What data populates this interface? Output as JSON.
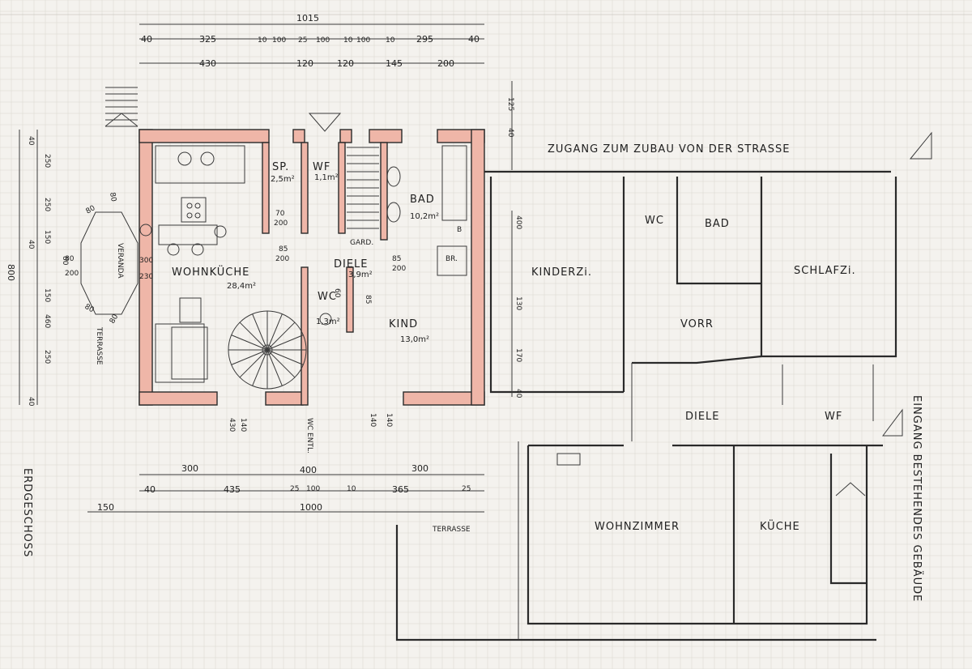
{
  "sheet": {
    "title": "ERDGESCHOSS",
    "access_note": "ZUGANG ZUM ZUBAU VON DER STRASSE",
    "entrance_note": "EINGANG BESTEHENDES GEBÄUDE"
  },
  "rooms_new": {
    "sp": {
      "label": "SP.",
      "area": "2,5m²"
    },
    "wf_small": {
      "label": "WF",
      "area": "1,1m²"
    },
    "bad": {
      "label": "BAD",
      "area": "10,2m²"
    },
    "wohnkueche": {
      "label": "WOHNKÜCHE",
      "area": "28,4m²"
    },
    "diele": {
      "label": "DIELE",
      "area": "3,9m²"
    },
    "wc": {
      "label": "WC",
      "area": "1,3m²"
    },
    "kind": {
      "label": "KIND",
      "area": "13,0m²"
    },
    "veranda": {
      "label": "VERANDA"
    },
    "terrasse_side": {
      "label": "TERRASSE"
    },
    "gard": {
      "label": "GARD."
    },
    "br": {
      "label": "BR."
    },
    "b": {
      "label": "B"
    }
  },
  "rooms_existing": {
    "kinderzi": "KINDERZi.",
    "wc": "WC",
    "bad": "BAD",
    "schlafzi": "SCHLAFZi.",
    "vorr": "VORR",
    "diele": "DIELE",
    "wf": "WF",
    "terrasse": "TERRASSE",
    "wohnzimmer": "WOHNZIMMER",
    "kueche": "KÜCHE"
  },
  "dims_top": {
    "overall": "1015",
    "row1": [
      "40",
      "325",
      "10",
      "100",
      "25",
      "100",
      "10",
      "100",
      "10",
      "295",
      "40"
    ],
    "row2": [
      "430",
      "120",
      "120",
      "145",
      "200"
    ]
  },
  "dims_left": [
    "40",
    "250",
    "250",
    "40",
    "150",
    "80",
    "150",
    "460",
    "250",
    "40"
  ],
  "dims_left_total": "800",
  "dims_bottom": {
    "row1": [
      "300",
      "400",
      "300"
    ],
    "row2": [
      "40",
      "435",
      "25",
      "100",
      "10",
      "365",
      "25"
    ],
    "row3": [
      "150",
      "1000"
    ]
  },
  "dims_misc": {
    "bath_right": [
      "125",
      "40"
    ],
    "existing_left": [
      "400",
      "130",
      "170",
      "40"
    ],
    "kitchen_side": [
      "300",
      "230"
    ],
    "veranda_sides": [
      "80",
      "80",
      "80",
      "80",
      "80",
      "200"
    ],
    "door_notes": [
      "85",
      "200",
      "70",
      "200",
      "85",
      "200",
      "60",
      "85"
    ],
    "opening_notes": [
      "140",
      "430",
      "WC ENTL.",
      "140",
      "140"
    ]
  },
  "colors": {
    "new_wall": "#efb6a8",
    "paper": "#f4f2ee",
    "ink": "#1f1f1f"
  }
}
